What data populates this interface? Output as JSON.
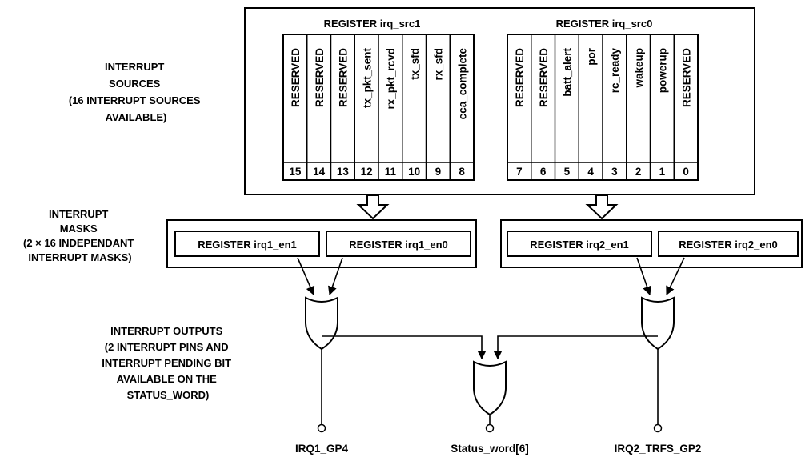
{
  "sources": {
    "label_lines": [
      "INTERRUPT",
      "SOURCES",
      "(16 INTERRUPT SOURCES",
      "AVAILABLE)"
    ],
    "registers": [
      {
        "title": "REGISTER irq_src1",
        "bits": [
          {
            "name": "RESERVED",
            "num": "15"
          },
          {
            "name": "RESERVED",
            "num": "14"
          },
          {
            "name": "RESERVED",
            "num": "13"
          },
          {
            "name": "tx_pkt_sent",
            "num": "12"
          },
          {
            "name": "rx_pkt_rcvd",
            "num": "11"
          },
          {
            "name": "tx_sfd",
            "num": "10"
          },
          {
            "name": "rx_sfd",
            "num": "9"
          },
          {
            "name": "cca_complete",
            "num": "8"
          }
        ]
      },
      {
        "title": "REGISTER irq_src0",
        "bits": [
          {
            "name": "RESERVED",
            "num": "7"
          },
          {
            "name": "RESERVED",
            "num": "6"
          },
          {
            "name": "batt_alert",
            "num": "5"
          },
          {
            "name": "por",
            "num": "4"
          },
          {
            "name": "rc_ready",
            "num": "3"
          },
          {
            "name": "wakeup",
            "num": "2"
          },
          {
            "name": "powerup",
            "num": "1"
          },
          {
            "name": "RESERVED",
            "num": "0"
          }
        ]
      }
    ]
  },
  "masks": {
    "label_lines": [
      "INTERRUPT",
      "MASKS",
      "(2 × 16 INDEPENDANT",
      "INTERRUPT MASKS)"
    ],
    "groups": [
      {
        "registers": [
          "REGISTER irq1_en1",
          "REGISTER irq1_en0"
        ]
      },
      {
        "registers": [
          "REGISTER irq2_en1",
          "REGISTER irq2_en0"
        ]
      }
    ]
  },
  "outputs": {
    "label_lines": [
      "INTERRUPT OUTPUTS",
      "(2 INTERRUPT PINS AND",
      "INTERRUPT PENDING BIT",
      "AVAILABLE ON THE",
      "STATUS_WORD)"
    ],
    "pins": [
      "IRQ1_GP4",
      "Status_word[6]",
      "IRQ2_TRFS_GP2"
    ]
  }
}
